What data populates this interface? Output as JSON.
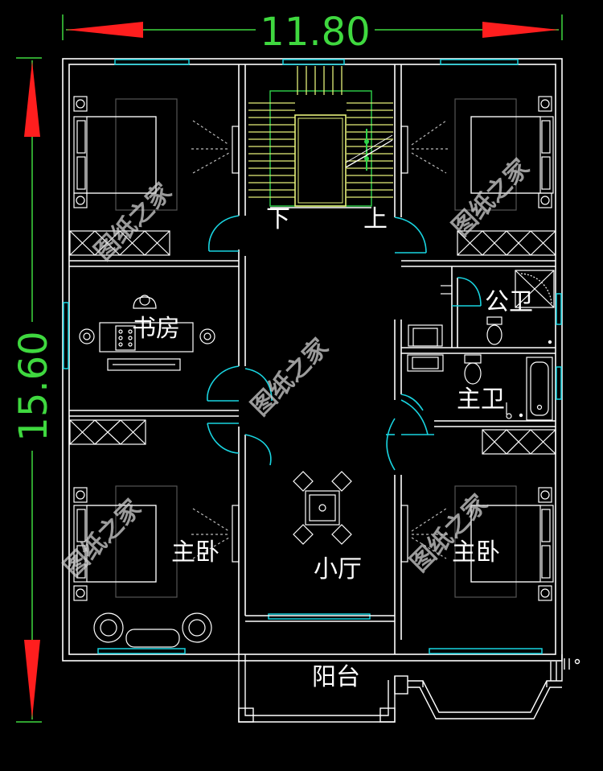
{
  "dimensions": {
    "width_label": "11.80",
    "height_label": "15.60"
  },
  "rooms": {
    "study": "书房",
    "public_bath": "公卫",
    "master_bath": "主卫",
    "master_bedroom_left": "主卧",
    "master_bedroom_right": "主卧",
    "small_hall": "小厅",
    "balcony": "阳台"
  },
  "stairs": {
    "down": "下",
    "up": "上"
  },
  "watermark": "图纸之家",
  "colors": {
    "background": "#000000",
    "wall": "#ffffff",
    "window": "#19d4e0",
    "door_arc": "#19d4e0",
    "dimension_line": "#3fd83f",
    "arrow": "#ff1e1e",
    "stair_tread": "#e5f07a",
    "stair_rail": "#2fd34a"
  }
}
